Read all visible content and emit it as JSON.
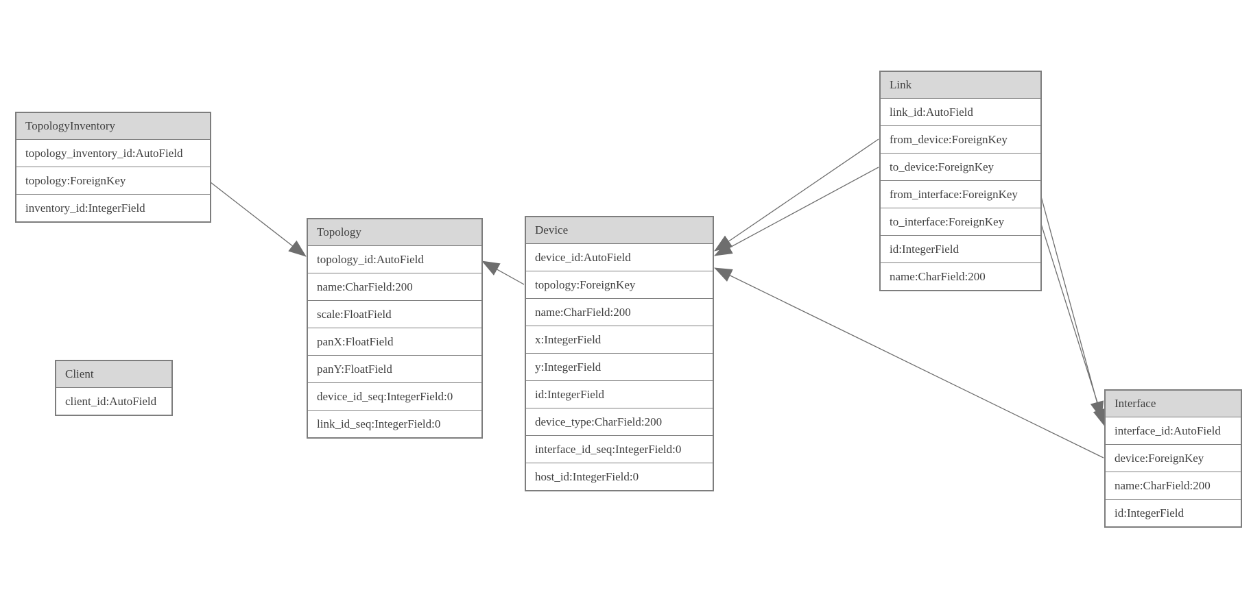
{
  "colors": {
    "header_fill": "#d8d8d8",
    "border": "#7d7d7d",
    "text": "#3f3f3f",
    "connector": "#6e6e6e"
  },
  "entities": {
    "topology_inventory": {
      "title": "TopologyInventory",
      "fields": [
        "topology_inventory_id:AutoField",
        "topology:ForeignKey",
        "inventory_id:IntegerField"
      ]
    },
    "topology": {
      "title": "Topology",
      "fields": [
        "topology_id:AutoField",
        "name:CharField:200",
        "scale:FloatField",
        "panX:FloatField",
        "panY:FloatField",
        "device_id_seq:IntegerField:0",
        "link_id_seq:IntegerField:0"
      ]
    },
    "client": {
      "title": "Client",
      "fields": [
        "client_id:AutoField"
      ]
    },
    "device": {
      "title": "Device",
      "fields": [
        "device_id:AutoField",
        "topology:ForeignKey",
        "name:CharField:200",
        "x:IntegerField",
        "y:IntegerField",
        "id:IntegerField",
        "device_type:CharField:200",
        "interface_id_seq:IntegerField:0",
        "host_id:IntegerField:0"
      ]
    },
    "link": {
      "title": "Link",
      "fields": [
        "link_id:AutoField",
        "from_device:ForeignKey",
        "to_device:ForeignKey",
        "from_interface:ForeignKey",
        "to_interface:ForeignKey",
        "id:IntegerField",
        "name:CharField:200"
      ]
    },
    "interface": {
      "title": "Interface",
      "fields": [
        "interface_id:AutoField",
        "device:ForeignKey",
        "name:CharField:200",
        "id:IntegerField"
      ]
    }
  },
  "relationships": [
    {
      "from": "TopologyInventory.topology",
      "to": "Topology.topology_id"
    },
    {
      "from": "Device.topology",
      "to": "Topology.topology_id"
    },
    {
      "from": "Link.from_device",
      "to": "Device.device_id"
    },
    {
      "from": "Link.to_device",
      "to": "Device.device_id"
    },
    {
      "from": "Link.from_interface",
      "to": "Interface.interface_id"
    },
    {
      "from": "Link.to_interface",
      "to": "Interface.interface_id"
    },
    {
      "from": "Interface.device",
      "to": "Device.device_id"
    }
  ]
}
